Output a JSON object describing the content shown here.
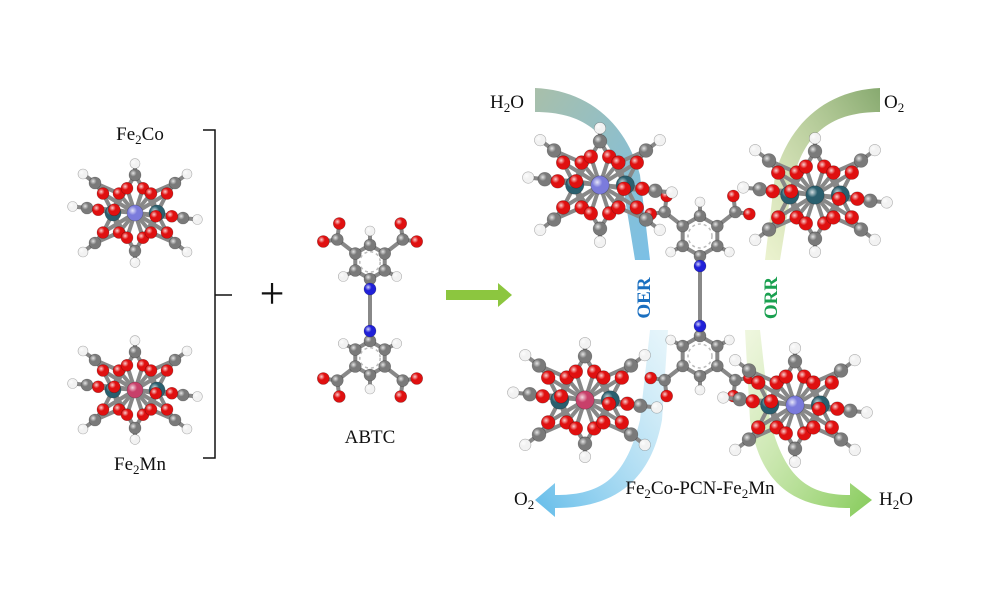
{
  "reactants": {
    "cluster_top": {
      "main": "Fe",
      "sub": "2",
      "rest": "Co"
    },
    "cluster_bottom": {
      "main": "Fe",
      "sub": "2",
      "rest": "Mn"
    },
    "plus": "+",
    "linker": "ABTC"
  },
  "product": {
    "name": {
      "a": "Fe",
      "a_sub": "2",
      "b": "Co-PCN-Fe",
      "b_sub": "2",
      "c": "Mn"
    },
    "oer_label": "OER",
    "orr_label": "ORR",
    "top_left": {
      "main": "H",
      "sub": "2",
      "rest": "O"
    },
    "top_right": {
      "main": "O",
      "sub": "2",
      "rest": ""
    },
    "bottom_left": {
      "main": "O",
      "sub": "2",
      "rest": ""
    },
    "bottom_right": {
      "main": "H",
      "sub": "2",
      "rest": "O"
    }
  },
  "colors": {
    "oxygen": "#e01010",
    "carbon": "#7a7a7a",
    "hydrogen": "#f2f2f2",
    "iron": "#2a5f6e",
    "cobalt": "#7b7bdc",
    "manganese": "#c8406a",
    "nitrogen": "#2020d8",
    "arrow": "#8cc63f",
    "oer": "#1a6fc0",
    "orr": "#1aa050"
  }
}
